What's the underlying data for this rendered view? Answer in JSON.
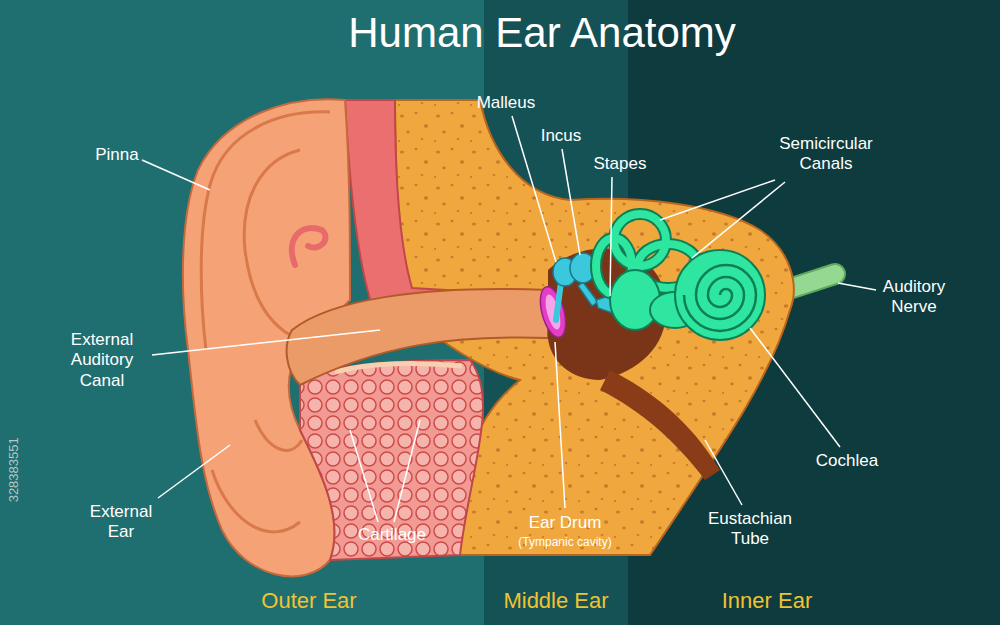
{
  "diagram": {
    "title": "Human Ear Anatomy",
    "nodes": [
      {
        "text": [
          "Outer Ear"
        ]
      },
      {
        "text": [
          "Middle Ear"
        ]
      },
      {
        "text": [
          "Inner Ear"
        ]
      }
    ],
    "labels": [
      "Pinna",
      "Malleus",
      "Incus",
      "Stapes",
      "Semicircular Canals",
      "Auditory Nerve",
      "External Auditory Canal",
      "Cochlea",
      "External Ear",
      "Cartilage",
      "Ear Drum",
      "(Tympanic cavity)",
      "Eustachian Tube",
      "328383551"
    ]
  }
}
